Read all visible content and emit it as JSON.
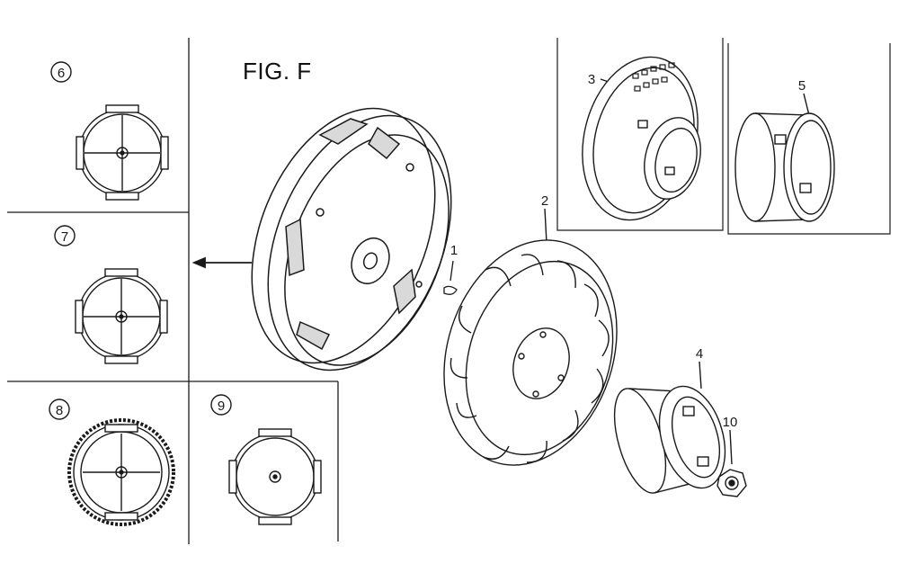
{
  "figure": {
    "title": "FIG. F"
  },
  "callouts": {
    "p1": "1",
    "p2": "2",
    "p3": "3",
    "p4": "4",
    "p5": "5",
    "p6": "6",
    "p7": "7",
    "p8": "8",
    "p9": "9",
    "p10": "10"
  },
  "colors": {
    "ink": "#1a1a1a",
    "paper": "#ffffff",
    "shade": "#bdbdbd"
  }
}
